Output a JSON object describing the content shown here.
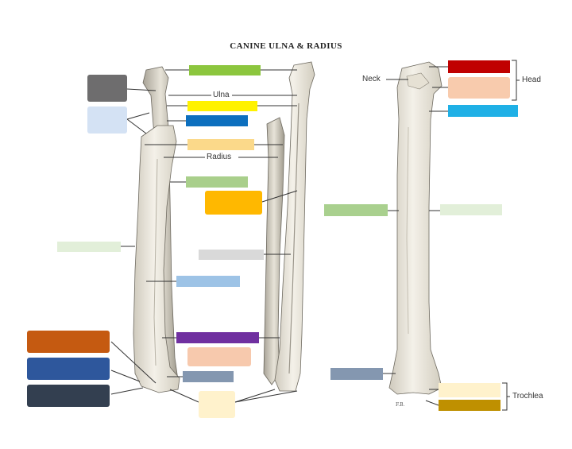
{
  "title": "CANINE ULNA & RADIUS",
  "labels": {
    "ulna": "Ulna",
    "radius": "Radius",
    "neck": "Neck",
    "head": "Head",
    "trochlea": "Trochlea",
    "artist_initials": "F.B."
  },
  "answer_boxes": [
    {
      "id": "box-01",
      "color": "#8cc63e"
    },
    {
      "id": "box-02",
      "color": "#6e6d6e"
    },
    {
      "id": "box-03",
      "color": "#d4e2f4"
    },
    {
      "id": "box-04",
      "color": "#fff200"
    },
    {
      "id": "box-05",
      "color": "#0d6fbe"
    },
    {
      "id": "box-06",
      "color": "#fbd98a"
    },
    {
      "id": "box-07",
      "color": "#a9cf8b"
    },
    {
      "id": "box-08",
      "color": "#ffb800"
    },
    {
      "id": "box-09",
      "color": "#e2efd9"
    },
    {
      "id": "box-10",
      "color": "#d9d9d9"
    },
    {
      "id": "box-11",
      "color": "#9dc3e6"
    },
    {
      "id": "box-12",
      "color": "#7030a0"
    },
    {
      "id": "box-13",
      "color": "#f7c9ad"
    },
    {
      "id": "box-14",
      "color": "#c55a11"
    },
    {
      "id": "box-15",
      "color": "#2e579c"
    },
    {
      "id": "box-16",
      "color": "#333f50"
    },
    {
      "id": "box-17",
      "color": "#8497b0"
    },
    {
      "id": "box-18",
      "color": "#fff2cc"
    },
    {
      "id": "box-19",
      "color": "#c00000"
    },
    {
      "id": "box-20",
      "color": "#f8cbad"
    },
    {
      "id": "box-21",
      "color": "#1fb0e6"
    },
    {
      "id": "box-22",
      "color": "#a9d08e"
    },
    {
      "id": "box-23",
      "color": "#e2efd9"
    },
    {
      "id": "box-24",
      "color": "#8497b0"
    },
    {
      "id": "box-25",
      "color": "#fff2cc"
    },
    {
      "id": "box-26",
      "color": "#bf9000"
    }
  ]
}
